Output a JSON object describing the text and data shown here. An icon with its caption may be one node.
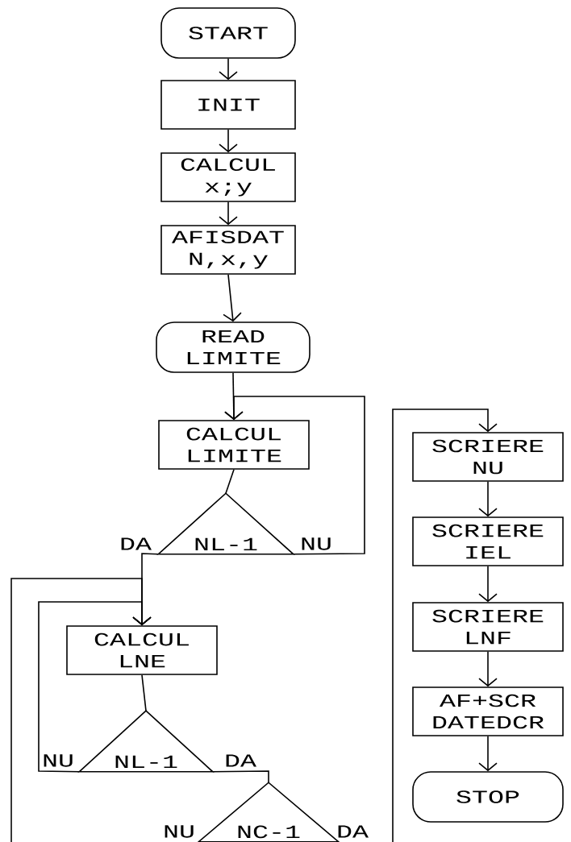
{
  "diagram": {
    "nodes": [
      {
        "text": [
          "START"
        ]
      },
      {
        "text": [
          "INIT"
        ]
      },
      {
        "text": [
          "CALCUL x;y"
        ]
      },
      {
        "text": [
          "AFISDAT N,x,y"
        ]
      },
      {
        "text": [
          "READ LIMITE"
        ]
      },
      {
        "text": [
          "CALCUL LIMITE"
        ]
      },
      {
        "text": [
          "NL-1"
        ]
      },
      {
        "text": [
          "CALCUL LNE"
        ]
      },
      {
        "text": [
          "NL-1"
        ]
      },
      {
        "text": [
          "NC-1"
        ]
      },
      {
        "text": [
          "SCRIERE NU"
        ]
      },
      {
        "text": [
          "SCRIERE IEL"
        ]
      },
      {
        "text": [
          "SCRIERE LNF"
        ]
      },
      {
        "text": [
          "AF+SCR DATEDCR"
        ]
      },
      {
        "text": [
          "STOP"
        ]
      }
    ],
    "edges": [
      {
        "from": 0,
        "to": 1,
        "arrow": "to"
      },
      {
        "from": 1,
        "to": 2,
        "arrow": "to"
      },
      {
        "from": 2,
        "to": 3,
        "arrow": "to"
      },
      {
        "from": 3,
        "to": 4,
        "arrow": "to"
      },
      {
        "from": 4,
        "to": 5,
        "arrow": "to"
      },
      {
        "from": 5,
        "to": 6,
        "arrow": "none"
      },
      {
        "from": 6,
        "to": 7,
        "arrow": "to",
        "label": "DA"
      },
      {
        "from": 6,
        "to": 5,
        "arrow": "to",
        "label": "NU"
      },
      {
        "from": 7,
        "to": 8,
        "arrow": "none"
      },
      {
        "from": 8,
        "to": 7,
        "arrow": "to",
        "label": "NU"
      },
      {
        "from": 8,
        "to": 9,
        "arrow": "none",
        "label": "DA"
      },
      {
        "from": null,
        "to": 7,
        "arrow": "to"
      },
      {
        "from": null,
        "to": 10,
        "arrow": "to"
      },
      {
        "from": 10,
        "to": 11,
        "arrow": "to"
      },
      {
        "from": 11,
        "to": 12,
        "arrow": "to"
      },
      {
        "from": 12,
        "to": 13,
        "arrow": "to"
      },
      {
        "from": 13,
        "to": 14,
        "arrow": "to"
      }
    ],
    "labels": [
      "NU",
      "DA"
    ]
  }
}
